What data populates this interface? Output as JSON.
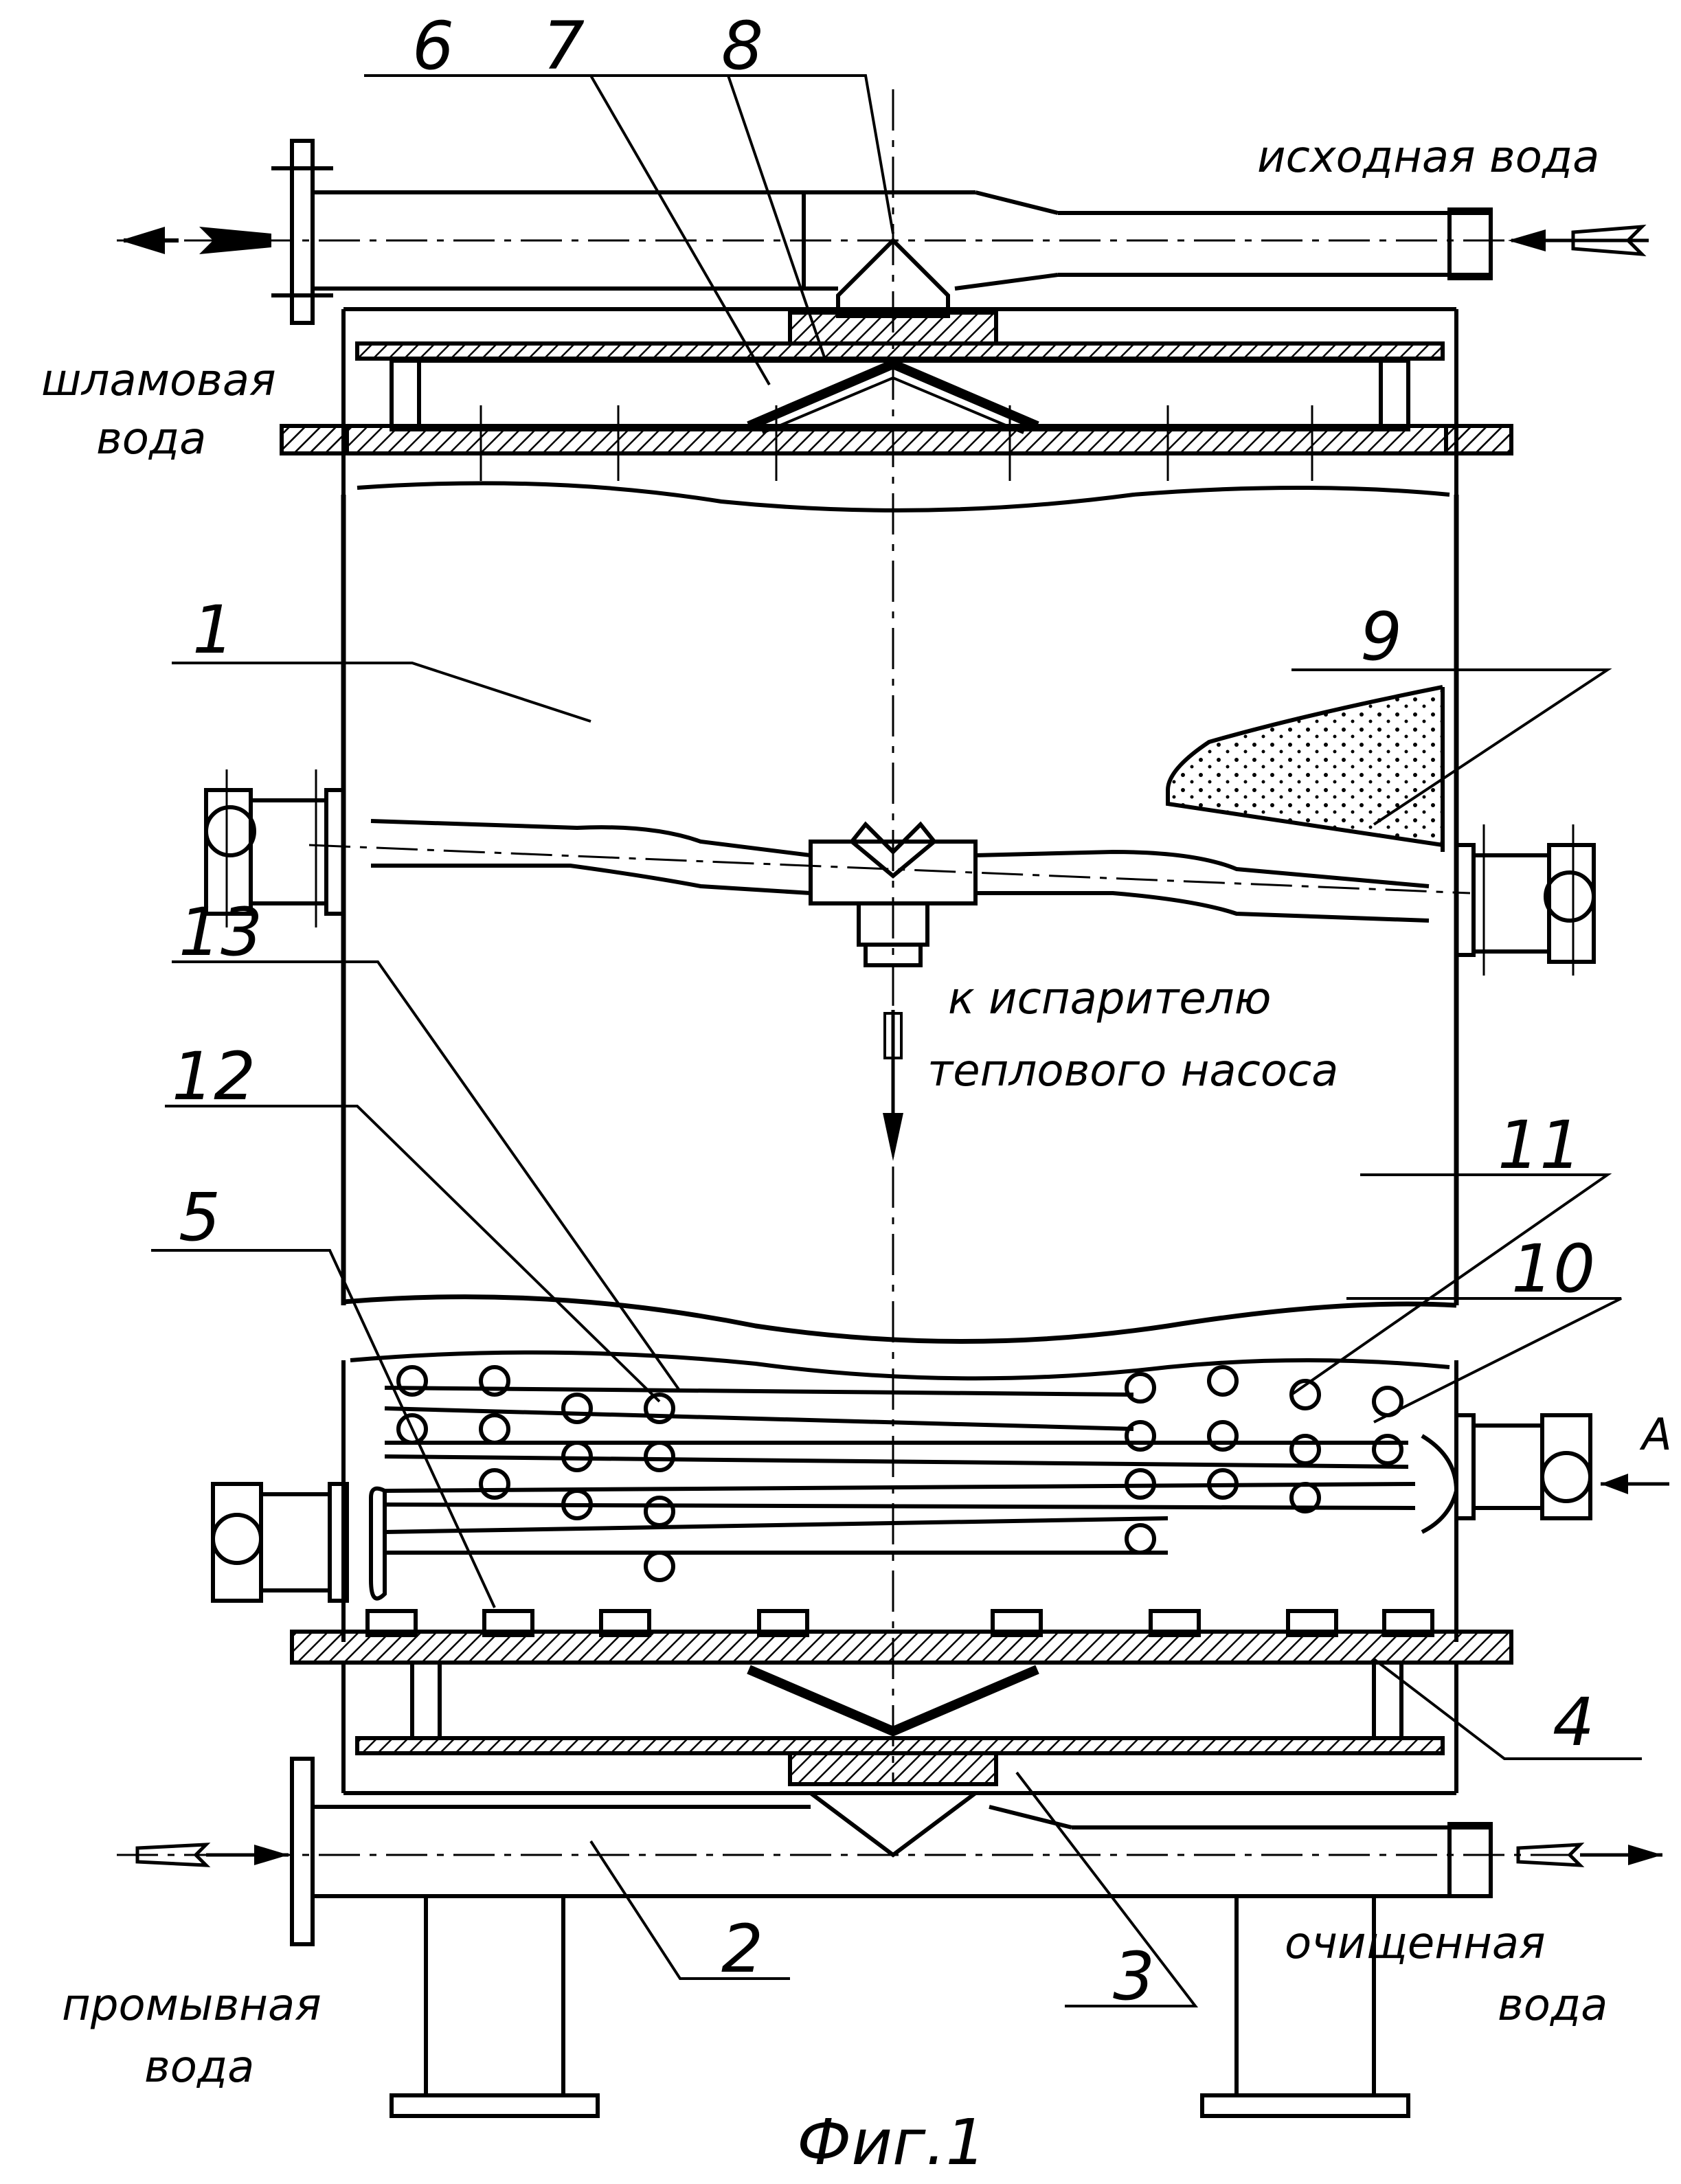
{
  "figure": {
    "caption": "Фиг.1",
    "flow_labels": {
      "source_water": "исходная вода",
      "sludge_water_line1": "шламовая",
      "sludge_water_line2": "вода",
      "to_evaporator_line1": "к испарителю",
      "to_evaporator_line2": "теплового насоса",
      "flush_water_line1": "промывная",
      "flush_water_line2": "вода",
      "clean_water_line1": "очищенная",
      "clean_water_line2": "вода",
      "view_marker": "А"
    },
    "callouts": [
      "1",
      "2",
      "3",
      "4",
      "5",
      "6",
      "7",
      "8",
      "9",
      "10",
      "11",
      "12",
      "13"
    ]
  }
}
